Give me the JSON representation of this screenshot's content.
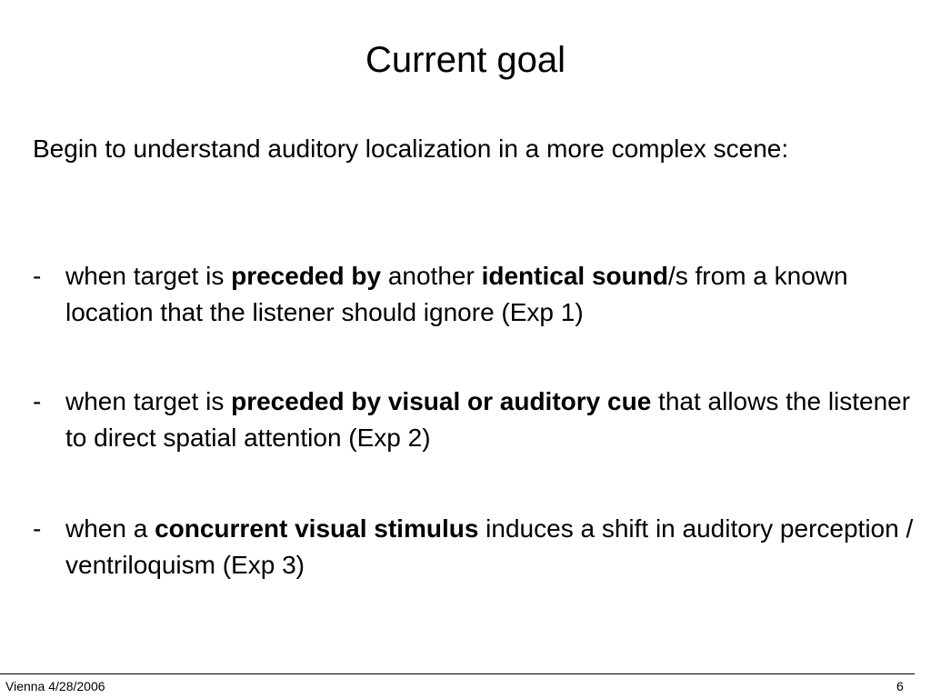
{
  "slide": {
    "title": "Current goal",
    "intro": "Begin to understand auditory localization in a more complex scene:",
    "bullet_marker": "-",
    "bullets": [
      {
        "t1": "when target is ",
        "b1": "preceded by",
        "t2": " another ",
        "b2": "identical sound",
        "t3": "/s from a known location that the listener should ignore (Exp 1)"
      },
      {
        "t1": "when target is ",
        "b1": "preceded by visual or auditory cue",
        "t2": " that allows the listener to direct spatial attention (Exp 2)"
      },
      {
        "t1": "when a ",
        "b1": "concurrent visual stimulus",
        "t2": " induces a shift in auditory perception / ventriloquism (Exp 3)"
      }
    ]
  },
  "footer": {
    "left": "Vienna 4/28/2006",
    "page_number": "6"
  }
}
